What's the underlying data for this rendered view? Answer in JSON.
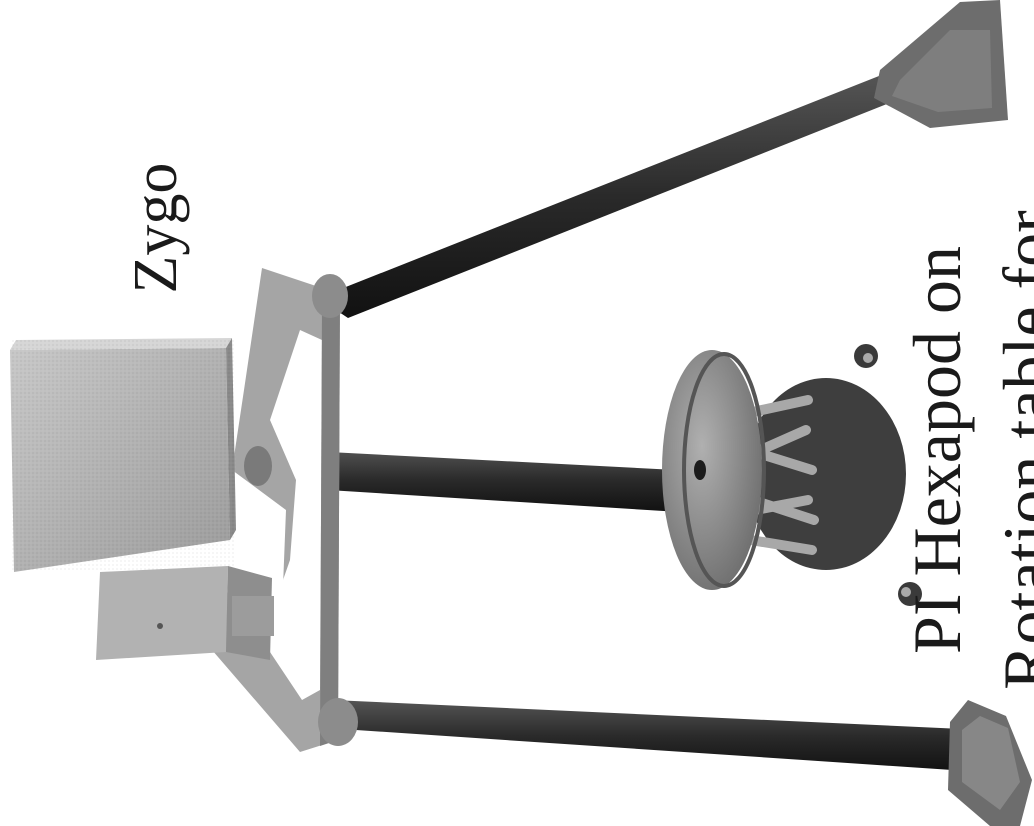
{
  "labels": {
    "instrument": "Zygo",
    "mount_line1": "PI Hexapod on",
    "mount_line2": "Rotation table for"
  },
  "colors": {
    "background": "#ffffff",
    "frame_light": "#bdbdbd",
    "frame_mid": "#9a9a9a",
    "frame_dark": "#6e6e6e",
    "leg": "#3a3a3a",
    "leg_dark": "#1c1c1c",
    "text": "#1a1a1a"
  }
}
